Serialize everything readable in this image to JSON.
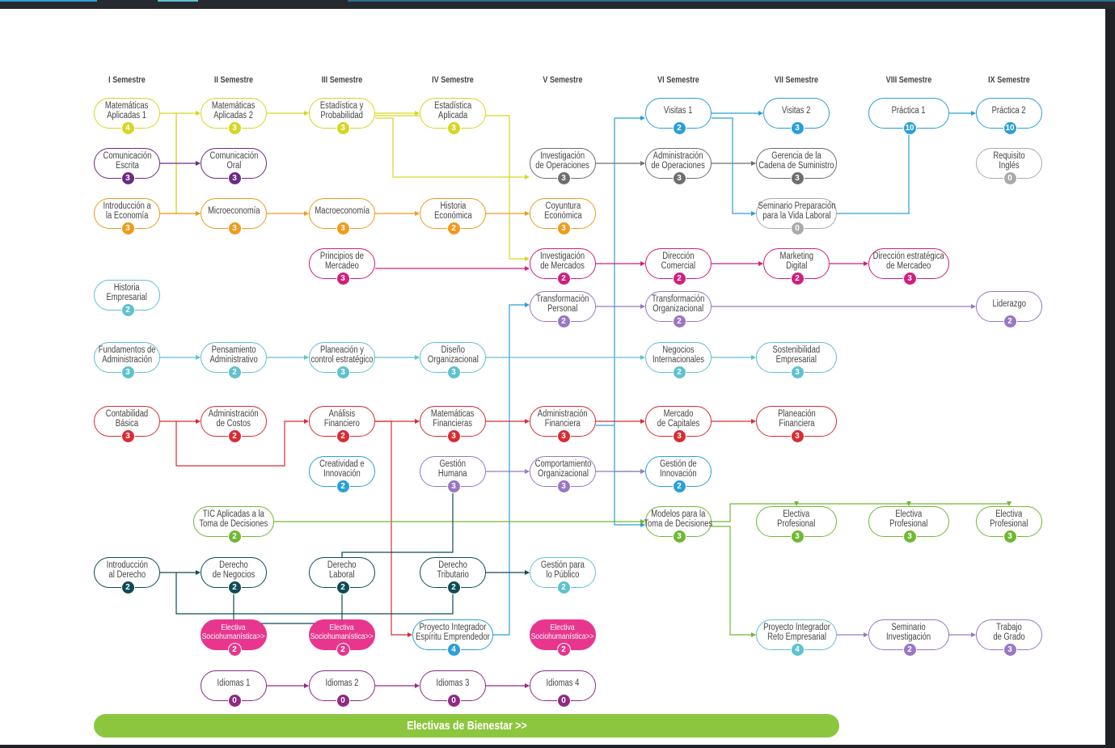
{
  "colors": {
    "yellow": "#d6d624",
    "purple": "#6b2a86",
    "orange": "#ef9b1c",
    "gray": "#6e6e6e",
    "lightgray": "#aaaaaa",
    "blue": "#2b9fd6",
    "magenta": "#cf1f7c",
    "teal": "#5ec2cf",
    "red": "#d82c33",
    "violet": "#9877c4",
    "green": "#72b833",
    "darkteal": "#0f4b56",
    "pink": "#e8368f",
    "plum": "#8e2a84",
    "banner": "#8cc63f"
  },
  "semesters": [
    "I Semestre",
    "II Semestre",
    "III Semestre",
    "IV Semestre",
    "V Semestre",
    "VI Semestre",
    "VII Semestre",
    "VIII Semestre",
    "IX Semestre"
  ],
  "courses": [
    {
      "id": "mat1",
      "label": "Matemáticas\nAplicadas 1",
      "credits": "4",
      "color": "yellow"
    },
    {
      "id": "com1",
      "label": "Comunicación\nEscrita",
      "credits": "3",
      "color": "purple"
    },
    {
      "id": "intec",
      "label": "Introducción a\nla Economía",
      "credits": "3",
      "color": "orange"
    },
    {
      "id": "hist",
      "label": "Historia\nEmpresarial",
      "credits": "2",
      "color": "teal"
    },
    {
      "id": "fund",
      "label": "Fundamentos de\nAdministración",
      "credits": "3",
      "color": "teal"
    },
    {
      "id": "cont",
      "label": "Contabilidad\nBásica",
      "credits": "3",
      "color": "red"
    },
    {
      "id": "intder",
      "label": "Introducción\nal Derecho",
      "credits": "2",
      "color": "darkteal"
    },
    {
      "id": "mat2",
      "label": "Matemáticas\nAplicadas 2",
      "credits": "3",
      "color": "yellow"
    },
    {
      "id": "com2",
      "label": "Comunicación\nOral",
      "credits": "3",
      "color": "purple"
    },
    {
      "id": "micro",
      "label": "Microeconomía",
      "credits": "3",
      "color": "orange"
    },
    {
      "id": "pens",
      "label": "Pensamiento\nAdministrativo",
      "credits": "2",
      "color": "teal"
    },
    {
      "id": "costos",
      "label": "Administración\nde Costos",
      "credits": "2",
      "color": "red"
    },
    {
      "id": "tic",
      "label": "TIC Aplicadas a la\nToma de Decisiones",
      "credits": "2",
      "color": "green"
    },
    {
      "id": "dneg",
      "label": "Derecho\nde Negocios",
      "credits": "2",
      "color": "darkteal"
    },
    {
      "id": "esh1",
      "label": "Electiva\nSociohumanística>>",
      "credits": "2",
      "color": "pink",
      "filled": true
    },
    {
      "id": "id1",
      "label": "Idiomas 1",
      "credits": "0",
      "color": "plum"
    },
    {
      "id": "estp",
      "label": "Estadística y\nProbabilidad",
      "credits": "3",
      "color": "yellow"
    },
    {
      "id": "macro",
      "label": "Macroeconomía",
      "credits": "3",
      "color": "orange"
    },
    {
      "id": "princ",
      "label": "Principios de\nMercadeo",
      "credits": "3",
      "color": "magenta"
    },
    {
      "id": "plan",
      "label": "Planeación y\ncontrol estratégico",
      "credits": "3",
      "color": "teal"
    },
    {
      "id": "anfin",
      "label": "Análisis\nFinanciero",
      "credits": "2",
      "color": "red"
    },
    {
      "id": "creat",
      "label": "Creatividad e\nInnovación",
      "credits": "2",
      "color": "blue"
    },
    {
      "id": "dlab",
      "label": "Derecho\nLaboral",
      "credits": "2",
      "color": "darkteal"
    },
    {
      "id": "esh2",
      "label": "Electiva\nSociohumanística>>",
      "credits": "2",
      "color": "pink",
      "filled": true
    },
    {
      "id": "id2",
      "label": "Idiomas 2",
      "credits": "0",
      "color": "plum"
    },
    {
      "id": "esta",
      "label": "Estadística\nAplicada",
      "credits": "3",
      "color": "yellow"
    },
    {
      "id": "hecon",
      "label": "Historia\nEconómica",
      "credits": "2",
      "color": "orange"
    },
    {
      "id": "diseno",
      "label": "Diseño\nOrganizacional",
      "credits": "3",
      "color": "teal"
    },
    {
      "id": "matfin",
      "label": "Matemáticas\nFinancieras",
      "credits": "3",
      "color": "red"
    },
    {
      "id": "ghum",
      "label": "Gestión\nHumana",
      "credits": "3",
      "color": "violet"
    },
    {
      "id": "dtrib",
      "label": "Derecho\nTributario",
      "credits": "2",
      "color": "darkteal"
    },
    {
      "id": "pie",
      "label": "Proyecto Integrador\nEspíritu Emprendedor",
      "credits": "4",
      "color": "blue"
    },
    {
      "id": "id3",
      "label": "Idiomas 3",
      "credits": "0",
      "color": "plum"
    },
    {
      "id": "invop",
      "label": "Investigación\nde Operaciones",
      "credits": "3",
      "color": "gray"
    },
    {
      "id": "coy",
      "label": "Coyuntura\nEconómica",
      "credits": "3",
      "color": "orange"
    },
    {
      "id": "invm",
      "label": "Investigación\nde Mercados",
      "credits": "2",
      "color": "magenta"
    },
    {
      "id": "tper",
      "label": "Transformación\nPersonal",
      "credits": "2",
      "color": "violet"
    },
    {
      "id": "afin",
      "label": "Administración\nFinanciera",
      "credits": "3",
      "color": "red"
    },
    {
      "id": "corg",
      "label": "Comportamiento\nOrganizacional",
      "credits": "3",
      "color": "violet"
    },
    {
      "id": "gpub",
      "label": "Gestión para\nlo Público",
      "credits": "2",
      "color": "teal"
    },
    {
      "id": "esh3",
      "label": "Electiva\nSociohumanística>>",
      "credits": "2",
      "color": "pink",
      "filled": true
    },
    {
      "id": "id4",
      "label": "Idiomas 4",
      "credits": "0",
      "color": "plum"
    },
    {
      "id": "vis1",
      "label": "Visitas 1",
      "credits": "2",
      "color": "blue"
    },
    {
      "id": "aop",
      "label": "Administración\nde Operaciones",
      "credits": "3",
      "color": "gray"
    },
    {
      "id": "dcom",
      "label": "Dirección\nComercial",
      "credits": "2",
      "color": "magenta"
    },
    {
      "id": "torg",
      "label": "Transformación\nOrganizacional",
      "credits": "2",
      "color": "violet"
    },
    {
      "id": "negi",
      "label": "Negocios\nInternacionales",
      "credits": "2",
      "color": "teal"
    },
    {
      "id": "mcap",
      "label": "Mercado\nde Capitales",
      "credits": "3",
      "color": "red"
    },
    {
      "id": "ginn",
      "label": "Gestión de\nInnovación",
      "credits": "2",
      "color": "blue"
    },
    {
      "id": "mod",
      "label": "Modelos para la\nToma de Decisiones",
      "credits": "3",
      "color": "green"
    },
    {
      "id": "vis2",
      "label": "Visitas 2",
      "credits": "3",
      "color": "blue"
    },
    {
      "id": "gcad",
      "label": "Gerencia de la\nCadena de Suministro",
      "credits": "3",
      "color": "gray"
    },
    {
      "id": "sem",
      "label": "Seminario Preparación\npara la Vida Laboral",
      "credits": "0",
      "color": "lightgray"
    },
    {
      "id": "mdig",
      "label": "Marketing\nDigital",
      "credits": "2",
      "color": "magenta"
    },
    {
      "id": "sost",
      "label": "Sostenibilidad\nEmpresarial",
      "credits": "3",
      "color": "teal"
    },
    {
      "id": "pfin",
      "label": "Planeación\nFinanciera",
      "credits": "3",
      "color": "red"
    },
    {
      "id": "ep1",
      "label": "Electiva\nProfesional",
      "credits": "3",
      "color": "green"
    },
    {
      "id": "pire",
      "label": "Proyecto Integrador\nReto Empresarial",
      "credits": "4",
      "color": "teal"
    },
    {
      "id": "prac1",
      "label": "Práctica 1",
      "credits": "10",
      "color": "blue"
    },
    {
      "id": "dem",
      "label": "Dirección estratégica\nde Mercadeo",
      "credits": "3",
      "color": "magenta"
    },
    {
      "id": "ep2",
      "label": "Electiva\nProfesional",
      "credits": "3",
      "color": "green"
    },
    {
      "id": "seminv",
      "label": "Seminario\nInvestigación",
      "credits": "2",
      "color": "violet"
    },
    {
      "id": "prac2",
      "label": "Práctica 2",
      "credits": "10",
      "color": "blue"
    },
    {
      "id": "ring",
      "label": "Requisito\nInglés",
      "credits": "0",
      "color": "lightgray"
    },
    {
      "id": "lid",
      "label": "Liderazgo",
      "credits": "2",
      "color": "violet"
    },
    {
      "id": "ep3",
      "label": "Electiva\nProfesional",
      "credits": "3",
      "color": "green"
    },
    {
      "id": "tgrado",
      "label": "Trabajo\nde Grado",
      "credits": "3",
      "color": "violet"
    }
  ],
  "banner": {
    "label": "Electivas de Bienestar >>"
  }
}
